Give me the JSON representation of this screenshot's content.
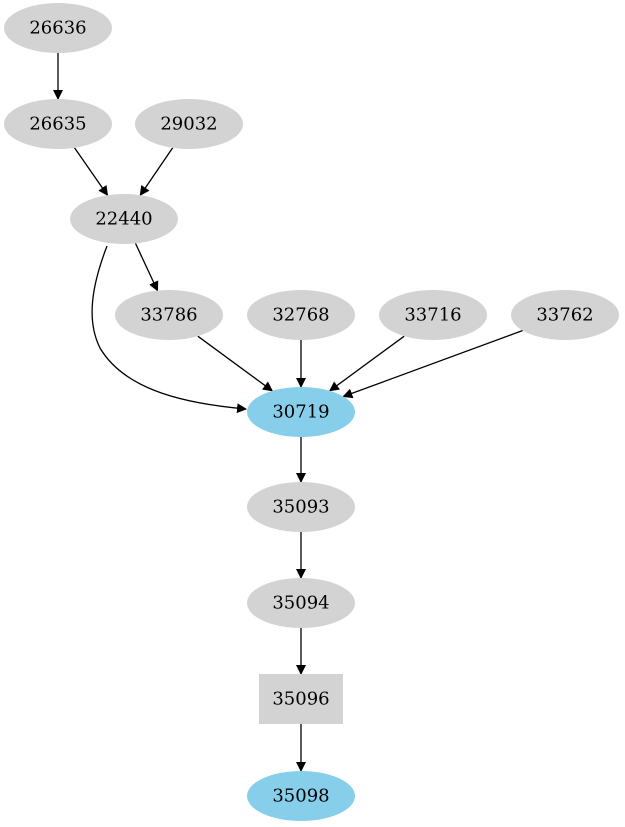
{
  "colors": {
    "default_node": "#d3d3d3",
    "highlight_node": "#87ceeb",
    "edge": "#000000"
  },
  "nodes": [
    {
      "id": "26636",
      "label": "26636",
      "shape": "ellipse",
      "highlight": false
    },
    {
      "id": "26635",
      "label": "26635",
      "shape": "ellipse",
      "highlight": false
    },
    {
      "id": "29032",
      "label": "29032",
      "shape": "ellipse",
      "highlight": false
    },
    {
      "id": "22440",
      "label": "22440",
      "shape": "ellipse",
      "highlight": false
    },
    {
      "id": "33786",
      "label": "33786",
      "shape": "ellipse",
      "highlight": false
    },
    {
      "id": "32768",
      "label": "32768",
      "shape": "ellipse",
      "highlight": false
    },
    {
      "id": "33716",
      "label": "33716",
      "shape": "ellipse",
      "highlight": false
    },
    {
      "id": "33762",
      "label": "33762",
      "shape": "ellipse",
      "highlight": false
    },
    {
      "id": "30719",
      "label": "30719",
      "shape": "ellipse",
      "highlight": true
    },
    {
      "id": "35093",
      "label": "35093",
      "shape": "ellipse",
      "highlight": false
    },
    {
      "id": "35094",
      "label": "35094",
      "shape": "ellipse",
      "highlight": false
    },
    {
      "id": "35096",
      "label": "35096",
      "shape": "box",
      "highlight": false
    },
    {
      "id": "35098",
      "label": "35098",
      "shape": "ellipse",
      "highlight": true
    }
  ],
  "edges": [
    {
      "from": "26636",
      "to": "26635"
    },
    {
      "from": "26635",
      "to": "22440"
    },
    {
      "from": "29032",
      "to": "22440"
    },
    {
      "from": "22440",
      "to": "33786"
    },
    {
      "from": "22440",
      "to": "30719"
    },
    {
      "from": "33786",
      "to": "30719"
    },
    {
      "from": "32768",
      "to": "30719"
    },
    {
      "from": "33716",
      "to": "30719"
    },
    {
      "from": "33762",
      "to": "30719"
    },
    {
      "from": "30719",
      "to": "35093"
    },
    {
      "from": "35093",
      "to": "35094"
    },
    {
      "from": "35094",
      "to": "35096"
    },
    {
      "from": "35096",
      "to": "35098"
    }
  ]
}
